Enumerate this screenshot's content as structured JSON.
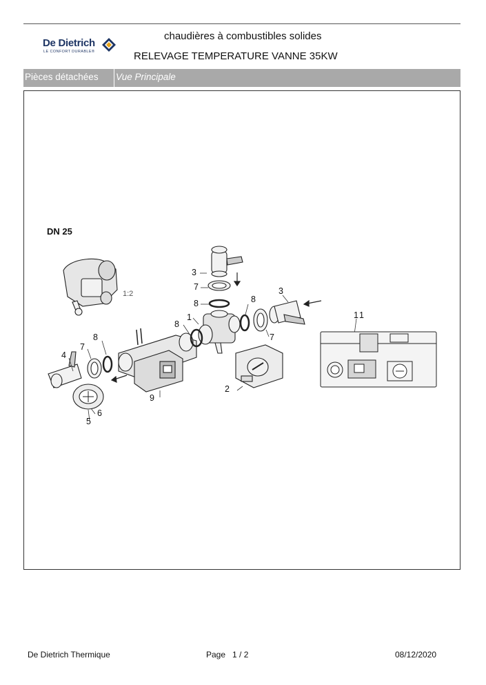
{
  "header": {
    "brand_name": "De Dietrich",
    "brand_tagline": "LE CONFORT DURABLE®",
    "title_line1": "chaudières à combustibles solides",
    "title_line2": "RELEVAGE TEMPERATURE VANNE 35KW"
  },
  "tabs": [
    {
      "label": "Pièces détachées"
    },
    {
      "label": "Vue Principale"
    }
  ],
  "diagram": {
    "section_label": "DN 25",
    "scale_label": "1:2",
    "part_labels": {
      "p1": "1",
      "p2": "2",
      "p3a": "3",
      "p3b": "3",
      "p4": "4",
      "p5": "5",
      "p6": "6",
      "p7a": "7",
      "p7b": "7",
      "p7c": "7",
      "p8a": "8",
      "p8b": "8",
      "p8c": "8",
      "p8d": "8",
      "p9": "9",
      "p11": "11"
    }
  },
  "footer": {
    "company": "De Dietrich Thermique",
    "page_label": "Page",
    "page_number": "1 / 2",
    "date": "08/12/2020"
  }
}
